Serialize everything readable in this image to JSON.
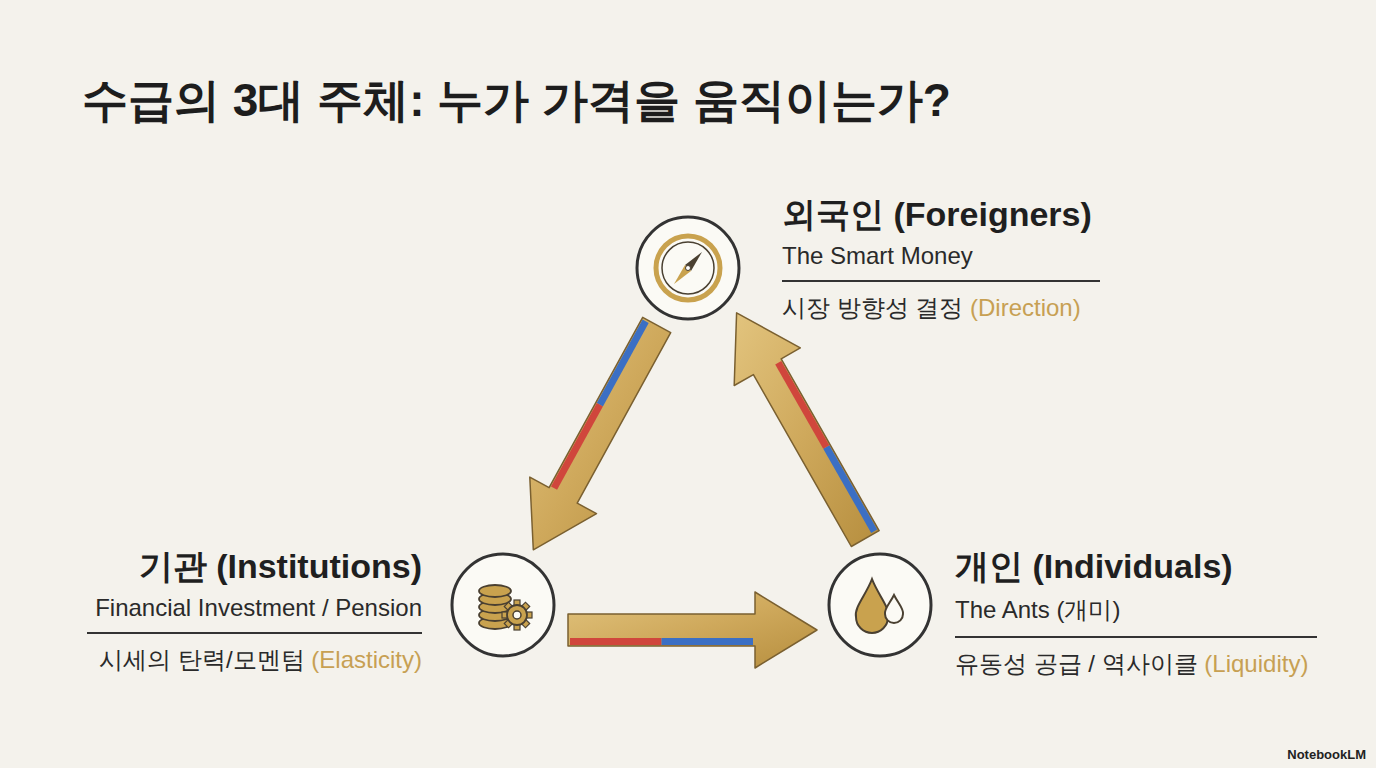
{
  "diagram": {
    "title": "수급의 3대 주체: 누가 가격을 움직이는가?",
    "nodes": [
      {
        "text": [
          "외국인 (Foreigners)",
          "The Smart Money",
          "시장 방향성 결정",
          "(Direction)"
        ]
      },
      {
        "text": [
          "기관 (Institutions)",
          "Financial Investment / Pension",
          "시세의 탄력/모멘텀",
          "(Elasticity)"
        ]
      },
      {
        "text": [
          "개인 (Individuals)",
          "The Ants (개미)",
          "유동성 공급 / 역사이클",
          "(Liquidity)"
        ]
      }
    ],
    "edges": [
      {
        "from": 0,
        "to": 1,
        "arrow": "to"
      },
      {
        "from": 1,
        "to": 2,
        "arrow": "to"
      },
      {
        "from": 2,
        "to": 0,
        "arrow": "to"
      }
    ],
    "labels": [
      "NotebookLM"
    ]
  }
}
